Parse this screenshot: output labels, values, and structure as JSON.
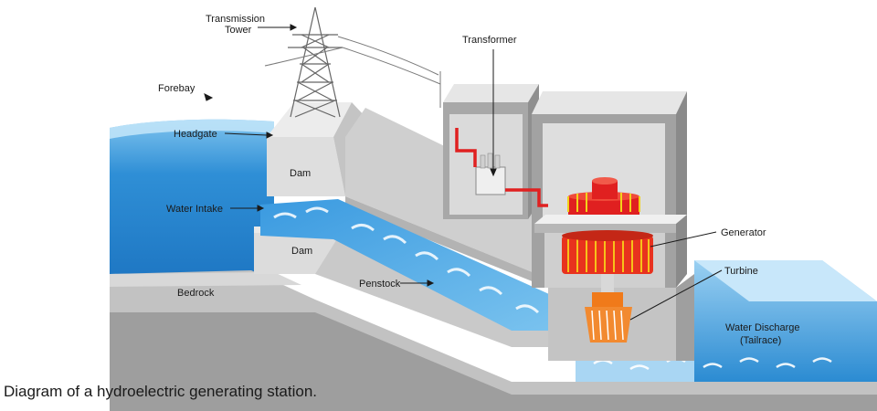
{
  "labels": {
    "transmission_tower_line1": "Transmission",
    "transmission_tower_line2": "Tower",
    "forebay": "Forebay",
    "headgate": "Headgate",
    "dam_upper": "Dam",
    "water_intake": "Water Intake",
    "dam_lower": "Dam",
    "bedrock": "Bedrock",
    "penstock": "Penstock",
    "transformer": "Transformer",
    "generator": "Generator",
    "turbine": "Turbine",
    "water_discharge_line1": "Water Discharge",
    "water_discharge_line2": "(Tailrace)"
  },
  "caption": "Diagram of a hydroelectric generating station.",
  "colors": {
    "water": "#2f8fd6",
    "water_light": "#a9d6f3",
    "concrete": "#d3d3d3",
    "concrete_dark": "#a9a9a9",
    "bedrock": "#b5b5b5",
    "pipe_red": "#e02020",
    "generator_red": "#e8321e",
    "turbine_orange": "#f07a1a",
    "yellow": "#f2d21a"
  }
}
